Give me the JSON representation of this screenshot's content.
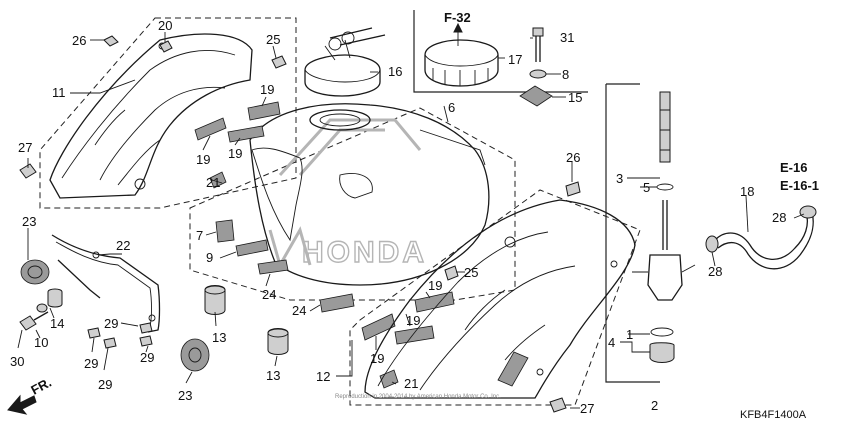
{
  "diagram": {
    "code": "KFB4F1400A",
    "copyright": "Reproduction in 2004-2014 by American Honda Motor Co. Inc.",
    "watermark": "HONDA",
    "direction": "FR.",
    "refs": [
      "F-32",
      "E-16",
      "E-16-1"
    ],
    "callouts": {
      "c1": "1",
      "c2": "2",
      "c3": "3",
      "c4": "4",
      "c5": "5",
      "c6": "6",
      "c7": "7",
      "c8": "8",
      "c9": "9",
      "c10": "10",
      "c11": "11",
      "c12": "12",
      "c13a": "13",
      "c13b": "13",
      "c14": "14",
      "c15": "15",
      "c16": "16",
      "c17": "17",
      "c18": "18",
      "c19a": "19",
      "c19b": "19",
      "c19c": "19",
      "c19d": "19",
      "c19e": "19",
      "c19f": "19",
      "c20": "20",
      "c21a": "21",
      "c21b": "21",
      "c22": "22",
      "c23a": "23",
      "c23b": "23",
      "c24a": "24",
      "c24b": "24",
      "c25a": "25",
      "c25b": "25",
      "c26a": "26",
      "c26b": "26",
      "c27a": "27",
      "c27b": "27",
      "c28a": "28",
      "c28b": "28",
      "c29a": "29",
      "c29b": "29",
      "c29c": "29",
      "c29d": "29",
      "c30": "30",
      "c31": "31"
    }
  }
}
